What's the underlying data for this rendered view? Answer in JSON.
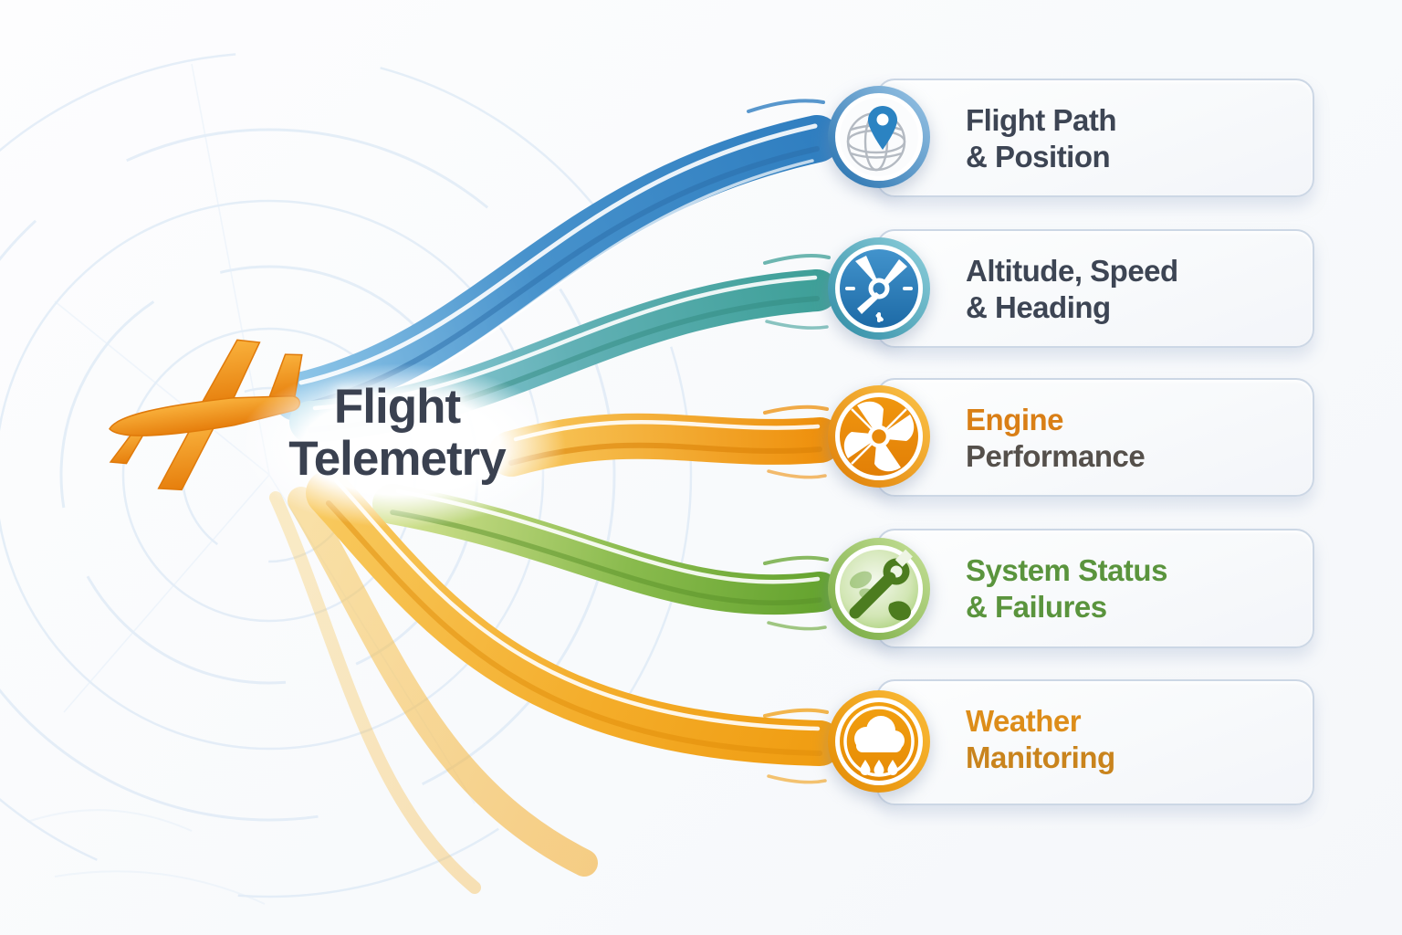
{
  "title": {
    "line1": "Flight",
    "line2": "Telemetry"
  },
  "hub_icon": "airplane-icon",
  "colors": {
    "stream_blue": "#2f7ec0",
    "stream_teal": "#3d9f97",
    "stream_orange": "#ee8f0b",
    "stream_green": "#64a32e",
    "stream_amber": "#f09d12",
    "card_border": "#ccd7e5",
    "card_background": "#fbfcfe",
    "title_text": "#3a4150",
    "dark_text": "#3d4554",
    "radar_rings": "#d9e7f5"
  },
  "items": [
    {
      "label_line1": "Flight Path",
      "label_line2": "& Position",
      "icon": "globe-location-pin-icon",
      "accent": "#2f7ec0",
      "text_color_line1": "#3d4554",
      "text_color_line2": "#3d4554"
    },
    {
      "label_line1": "Altitude, Speed",
      "label_line2": "& Heading",
      "icon": "gauge-icon",
      "accent": "#2e86b8",
      "text_color_line1": "#3d4554",
      "text_color_line2": "#3d4554"
    },
    {
      "label_line1": "Engine",
      "label_line2": "Performance",
      "icon": "turbine-fan-icon",
      "accent": "#ee8f0b",
      "text_color_line1": "#d97f16",
      "text_color_line2": "#55504b"
    },
    {
      "label_line1": "System Status",
      "label_line2": "& Failures",
      "icon": "wrench-icon",
      "accent": "#64a32e",
      "text_color_line1": "#5a943d",
      "text_color_line2": "#5a943d"
    },
    {
      "label_line1": "Weather",
      "label_line2": "Manitoring",
      "icon": "cloud-rain-icon",
      "accent": "#f09d12",
      "text_color_line1": "#dd8d1a",
      "text_color_line2": "#c9841d"
    }
  ]
}
